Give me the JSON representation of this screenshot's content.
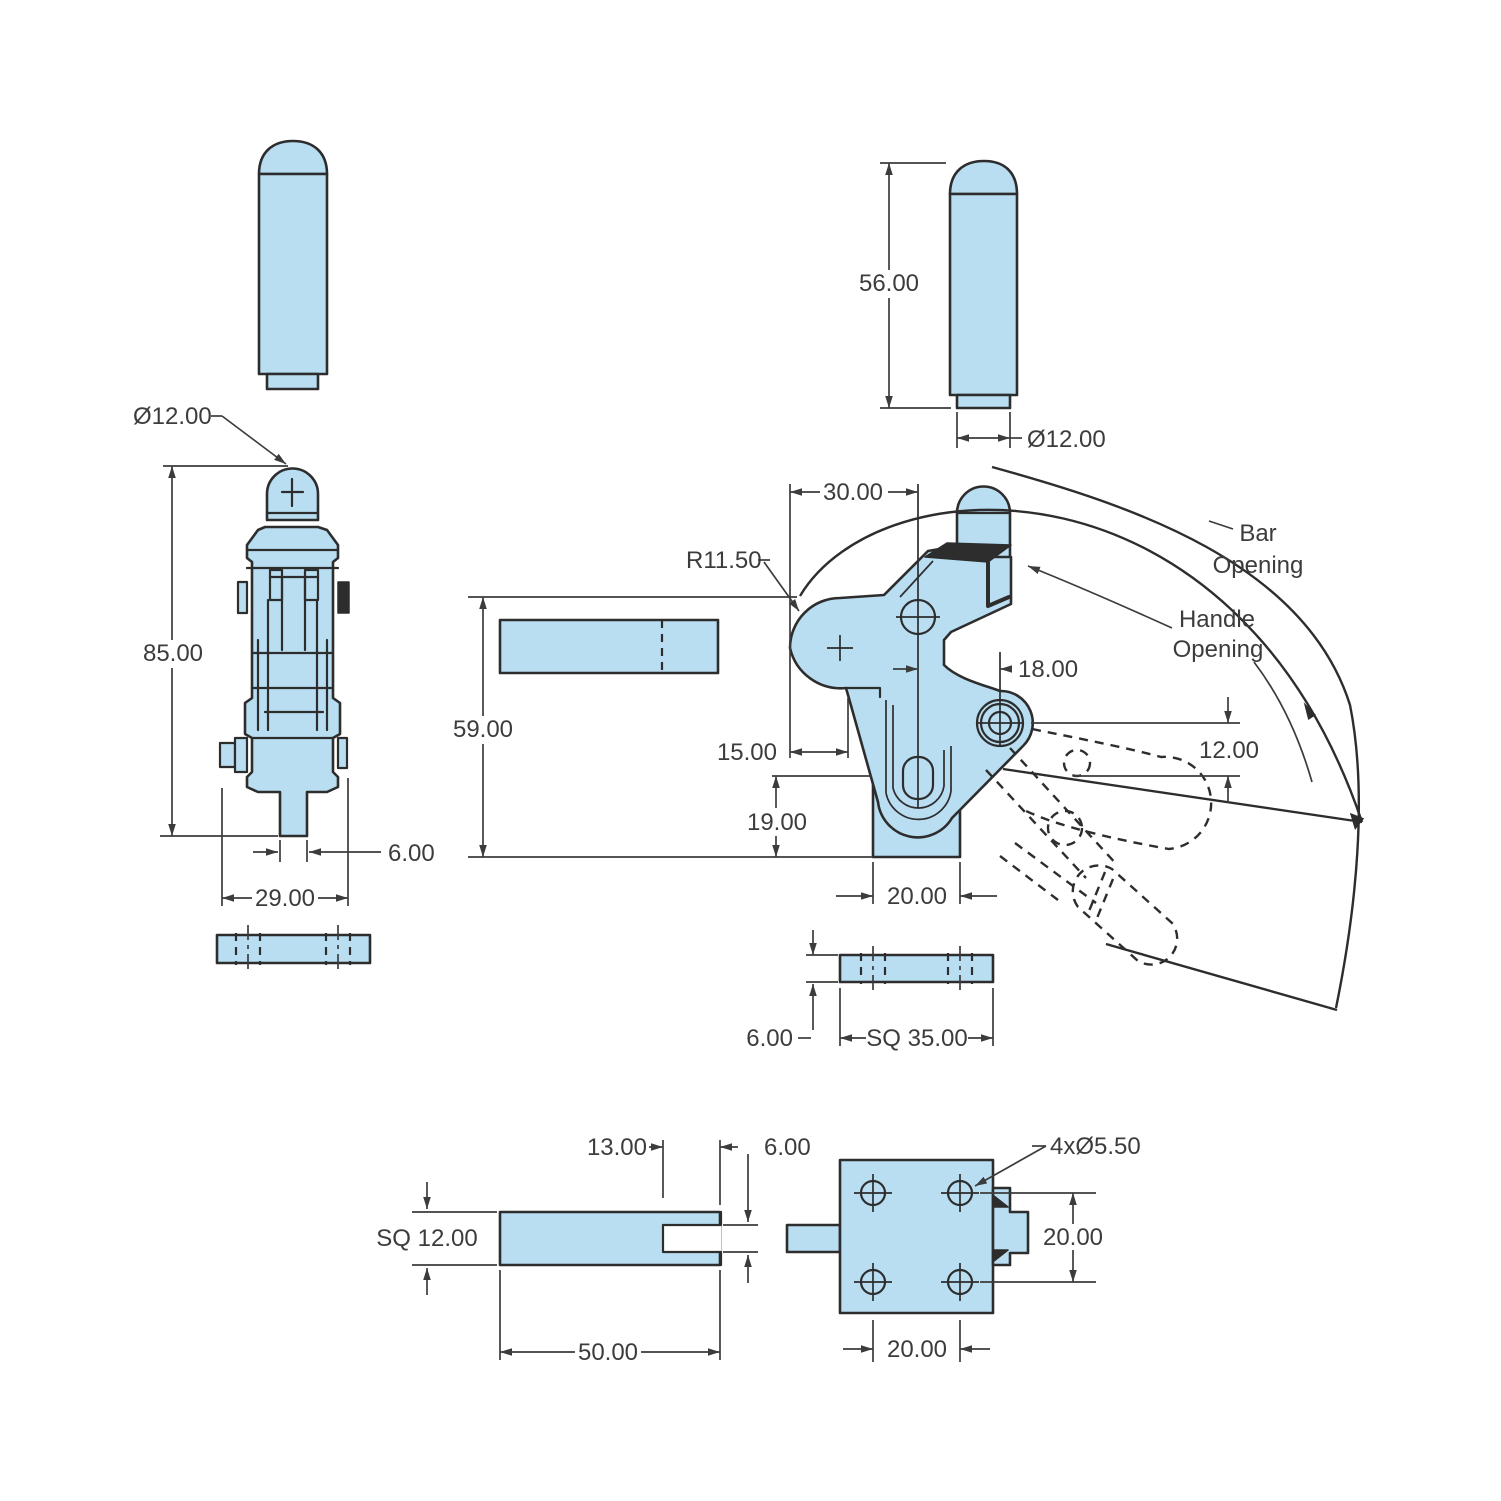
{
  "colors": {
    "part_fill": "#b9def2",
    "line": "#2d2d2d",
    "dim_line": "#3c3c3c",
    "text": "#3c3c3c"
  },
  "views": {
    "clamp_side": {
      "dims": {
        "rod_diameter": "Ø12.00",
        "overall_height": "85.00",
        "stem_width": "6.00",
        "body_width": "29.00"
      }
    },
    "handle_front": {
      "dims": {
        "height": "56.00",
        "diameter": "Ø12.00"
      }
    },
    "clamp_front": {
      "dims": {
        "lobe_to_hole": "30.00",
        "lobe_radius": "R11.50",
        "hole_to_pivot": "18.00",
        "lobe_to_edge": "15.00",
        "base_height": "19.00",
        "body_height": "59.00",
        "pivot_drop": "12.00",
        "post_width": "20.00",
        "plate_thickness": "6.00",
        "plate_width": "SQ 35.00"
      },
      "labels": {
        "bar_opening_line1": "Bar",
        "bar_opening_line2": "Opening",
        "handle_opening_line1": "Handle",
        "handle_opening_line2": "Opening"
      }
    },
    "bar_detail": {
      "dims": {
        "slot_depth": "13.00",
        "slot_width": "6.00",
        "section": "SQ 12.00",
        "length": "50.00"
      }
    },
    "base_plate_front": {
      "dims": {
        "holes": "4xØ5.50",
        "hole_spacing_vertical": "20.00",
        "hole_spacing_horizontal": "20.00"
      }
    }
  }
}
